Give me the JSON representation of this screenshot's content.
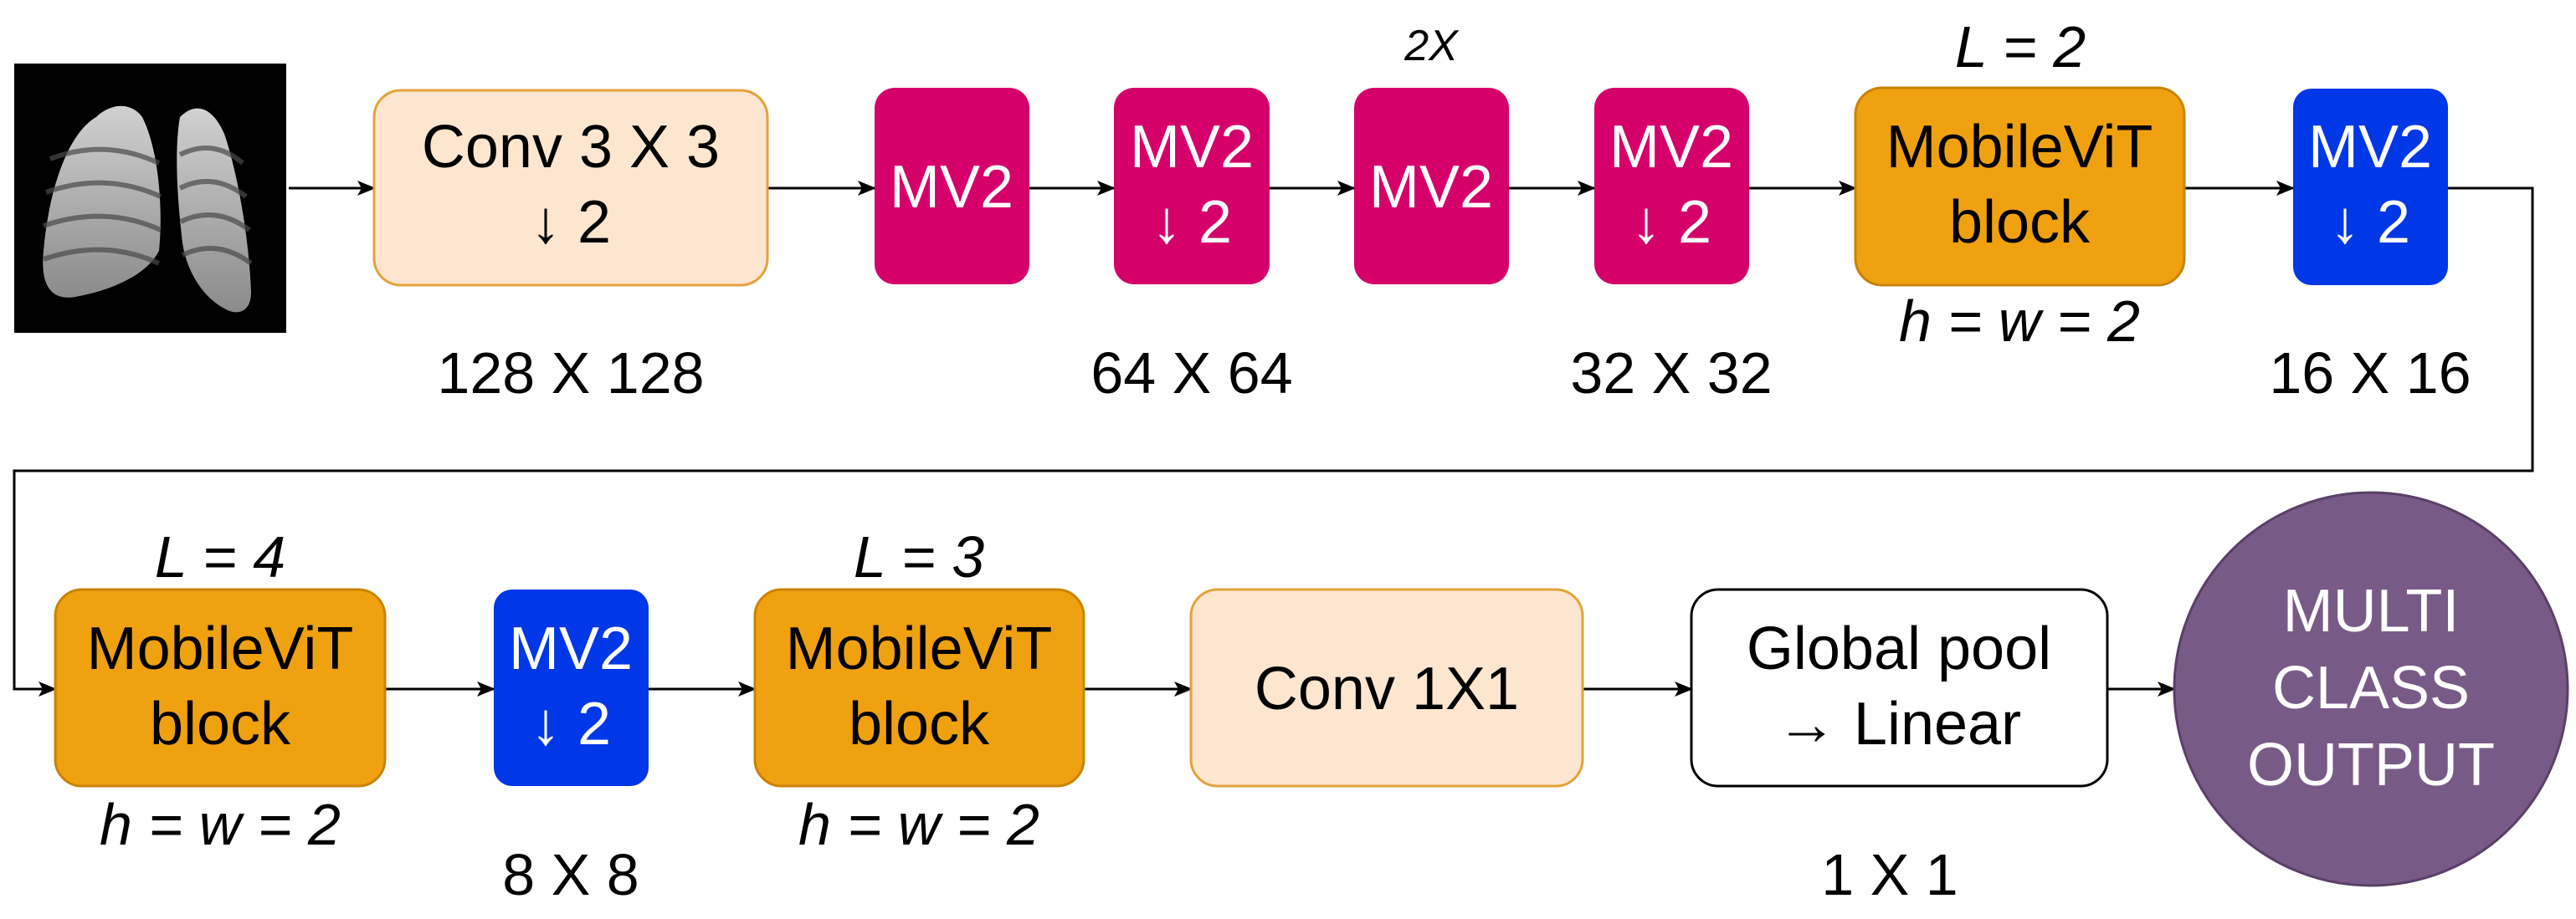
{
  "colors": {
    "conv_fill": "#fde6d0",
    "conv_stroke": "#e3a33a",
    "mv2_fill": "#d6006b",
    "mv2_down_fill": "#0037e6",
    "mobilevit_fill": "#f0a10f",
    "mobilevit_stroke": "#c98300",
    "output_fill": "#785a87",
    "line": "#000000"
  },
  "input_image": {
    "icon": "chest-xray-lungs-image"
  },
  "row1": {
    "conv3": {
      "line1": "Conv 3 X 3",
      "line2": "↓ 2"
    },
    "mv2_a": {
      "line1": "MV2"
    },
    "mv2_b": {
      "line1": "MV2",
      "line2": "↓ 2"
    },
    "mv2_c": {
      "line1": "MV2",
      "repeat": "2X"
    },
    "mv2_d": {
      "line1": "MV2",
      "line2": "↓ 2"
    },
    "mobilevit1": {
      "line1": "MobileViT",
      "line2": "block",
      "top": "L = 2",
      "bottom": "h = w = 2"
    },
    "mv2_e": {
      "line1": "MV2",
      "line2": "↓ 2"
    },
    "sizes": [
      "128 X 128",
      "64 X 64",
      "32 X 32",
      "16 X 16"
    ]
  },
  "row2": {
    "mobilevit2": {
      "line1": "MobileViT",
      "line2": "block",
      "top": "L = 4",
      "bottom": "h = w = 2"
    },
    "mv2_f": {
      "line1": "MV2",
      "line2": "↓ 2"
    },
    "mobilevit3": {
      "line1": "MobileViT",
      "line2": "block",
      "top": "L = 3",
      "bottom": "h = w = 2"
    },
    "conv1": {
      "line1": "Conv 1X1"
    },
    "pool": {
      "line1": "Global pool",
      "line2": "→ Linear"
    },
    "output": {
      "line1": "MULTI",
      "line2": "CLASS",
      "line3": "OUTPUT"
    },
    "sizes": [
      "8 X 8",
      "1 X 1"
    ]
  }
}
